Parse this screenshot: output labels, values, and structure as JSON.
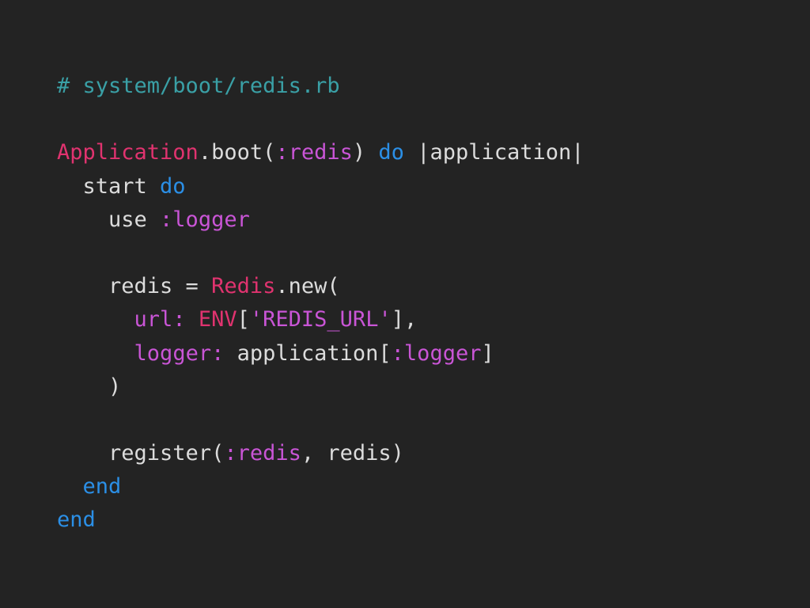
{
  "code": {
    "colors": {
      "background": "#232323",
      "comment": "#3aa0a6",
      "constant": "#e0336f",
      "keyword": "#2b8fe6",
      "symbol": "#c955d6",
      "plain": "#dcdcdc"
    },
    "lines": [
      [
        {
          "t": "# system/boot/redis.rb",
          "k": "comment"
        }
      ],
      [],
      [
        {
          "t": "Application",
          "k": "const"
        },
        {
          "t": ".boot(",
          "k": "plain"
        },
        {
          "t": ":redis",
          "k": "symbol"
        },
        {
          "t": ") ",
          "k": "plain"
        },
        {
          "t": "do",
          "k": "keyword"
        },
        {
          "t": " |application|",
          "k": "plain"
        }
      ],
      [
        {
          "t": "  start ",
          "k": "plain"
        },
        {
          "t": "do",
          "k": "keyword"
        }
      ],
      [
        {
          "t": "    use ",
          "k": "plain"
        },
        {
          "t": ":logger",
          "k": "symbol"
        }
      ],
      [],
      [
        {
          "t": "    redis = ",
          "k": "plain"
        },
        {
          "t": "Redis",
          "k": "const"
        },
        {
          "t": ".new(",
          "k": "plain"
        }
      ],
      [
        {
          "t": "      ",
          "k": "plain"
        },
        {
          "t": "url:",
          "k": "symbol"
        },
        {
          "t": " ",
          "k": "plain"
        },
        {
          "t": "ENV",
          "k": "const"
        },
        {
          "t": "[",
          "k": "plain"
        },
        {
          "t": "'REDIS_URL'",
          "k": "symbol"
        },
        {
          "t": "],",
          "k": "plain"
        }
      ],
      [
        {
          "t": "      ",
          "k": "plain"
        },
        {
          "t": "logger:",
          "k": "symbol"
        },
        {
          "t": " application[",
          "k": "plain"
        },
        {
          "t": ":logger",
          "k": "symbol"
        },
        {
          "t": "]",
          "k": "plain"
        }
      ],
      [
        {
          "t": "    )",
          "k": "plain"
        }
      ],
      [],
      [
        {
          "t": "    register(",
          "k": "plain"
        },
        {
          "t": ":redis",
          "k": "symbol"
        },
        {
          "t": ", redis)",
          "k": "plain"
        }
      ],
      [
        {
          "t": "  ",
          "k": "plain"
        },
        {
          "t": "end",
          "k": "keyword"
        }
      ],
      [
        {
          "t": "end",
          "k": "keyword"
        }
      ]
    ]
  }
}
